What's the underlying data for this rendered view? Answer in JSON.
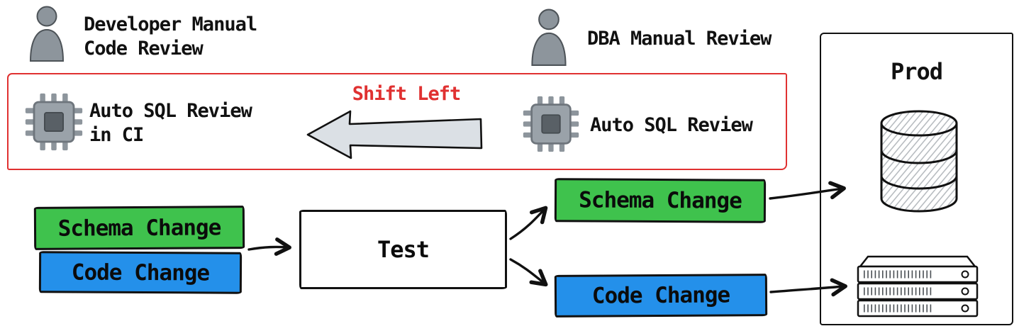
{
  "annotations": {
    "developer": {
      "label": "Developer Manual\nCode Review"
    },
    "dba": {
      "label": "DBA Manual Review"
    }
  },
  "shift_left_band": {
    "title": "Shift Left",
    "ci_review": {
      "label": "Auto SQL Review\nin CI"
    },
    "pre_prod_review": {
      "label": "Auto SQL Review"
    }
  },
  "pipeline": {
    "source": {
      "schema": "Schema Change",
      "code": "Code Change"
    },
    "test": {
      "label": "Test"
    },
    "deploy": {
      "schema": "Schema Change",
      "code": "Code Change"
    }
  },
  "prod": {
    "title": "Prod"
  },
  "icons": {
    "developer": "person-icon",
    "dba": "person-icon",
    "ci_review": "cpu-chip-icon",
    "pre_prod_review": "cpu-chip-icon",
    "shift_left": "left-block-arrow-icon",
    "prod_database": "database-cylinder-icon",
    "prod_servers": "server-rack-icon"
  },
  "colors": {
    "green": "#3fc24d",
    "blue": "#2490ea",
    "red": "#e03131",
    "ink": "#111111",
    "gray": "#8d959c",
    "arrow-fill": "#dbe0e5"
  }
}
